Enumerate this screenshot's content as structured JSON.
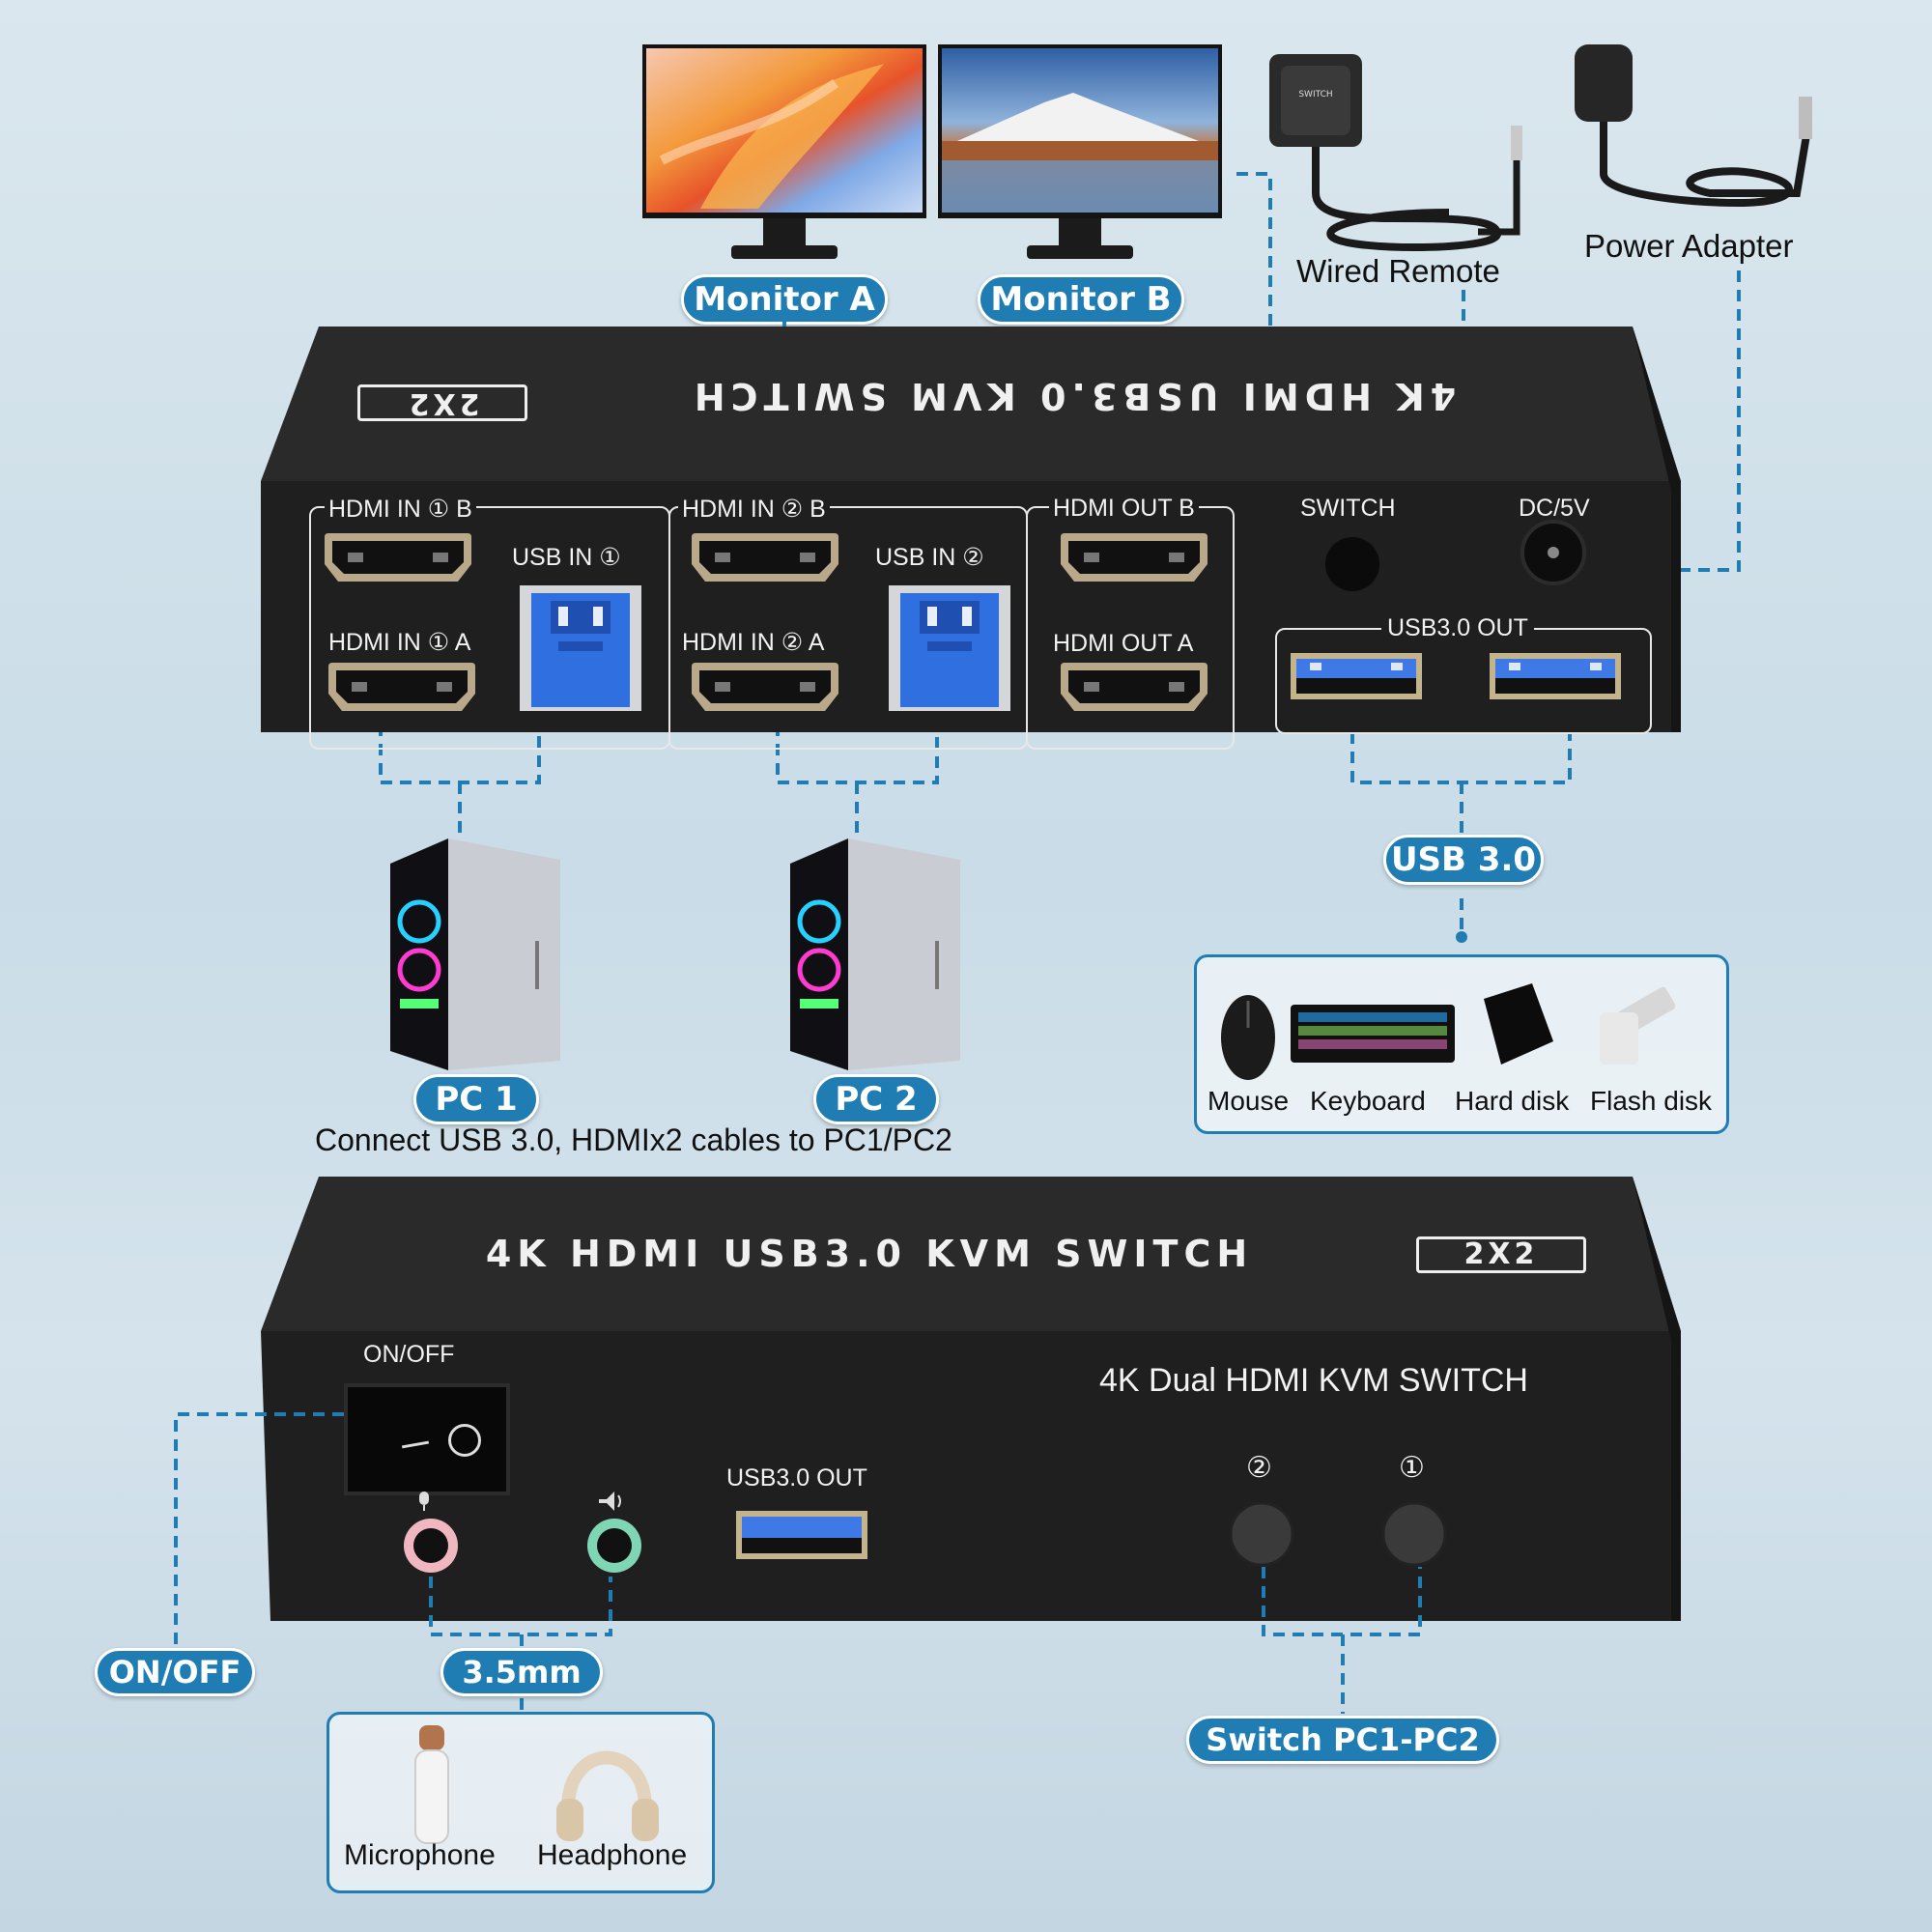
{
  "labels": {
    "monitor_a": "Monitor A",
    "monitor_b": "Monitor B",
    "wired_remote": "Wired Remote",
    "power_adapter": "Power Adapter",
    "pc1": "PC 1",
    "pc2": "PC 2",
    "usb30": "USB 3.0",
    "connect_note": "Connect USB 3.0, HDMIx2 cables to PC1/PC2",
    "onoff_pill": "ON/OFF",
    "mm35": "3.5mm",
    "switch_pc": "Switch PC1-PC2",
    "remote_button_text": "SWITCH"
  },
  "rear_panel": {
    "title": "4K HDMI USB3.0 KVM SWITCH",
    "badge": "2X2",
    "hdmi_in_1b": "HDMI IN ① B",
    "hdmi_in_1a": "HDMI IN ① A",
    "usb_in_1": "USB IN ①",
    "hdmi_in_2b": "HDMI IN ② B",
    "hdmi_in_2a": "HDMI IN ② A",
    "usb_in_2": "USB IN ②",
    "hdmi_out_b": "HDMI OUT B",
    "hdmi_out_a": "HDMI OUT A",
    "switch": "SWITCH",
    "dc": "DC/5V",
    "usb_out": "USB3.0 OUT"
  },
  "usb_devices": [
    "Mouse",
    "Keyboard",
    "Hard disk",
    "Flash disk"
  ],
  "front_panel": {
    "title": "4K HDMI USB3.0 KVM SWITCH",
    "badge": "2X2",
    "onoff": "ON/OFF",
    "subtitle": "4K Dual HDMI KVM SWITCH",
    "usb_out": "USB3.0 OUT",
    "btn2": "②",
    "btn1": "①"
  },
  "audio_devices": [
    "Microphone",
    "Headphone"
  ],
  "colors": {
    "accent": "#1f7db4",
    "device_body": "#1e1e1e",
    "usb_blue": "#2f6fe0"
  }
}
